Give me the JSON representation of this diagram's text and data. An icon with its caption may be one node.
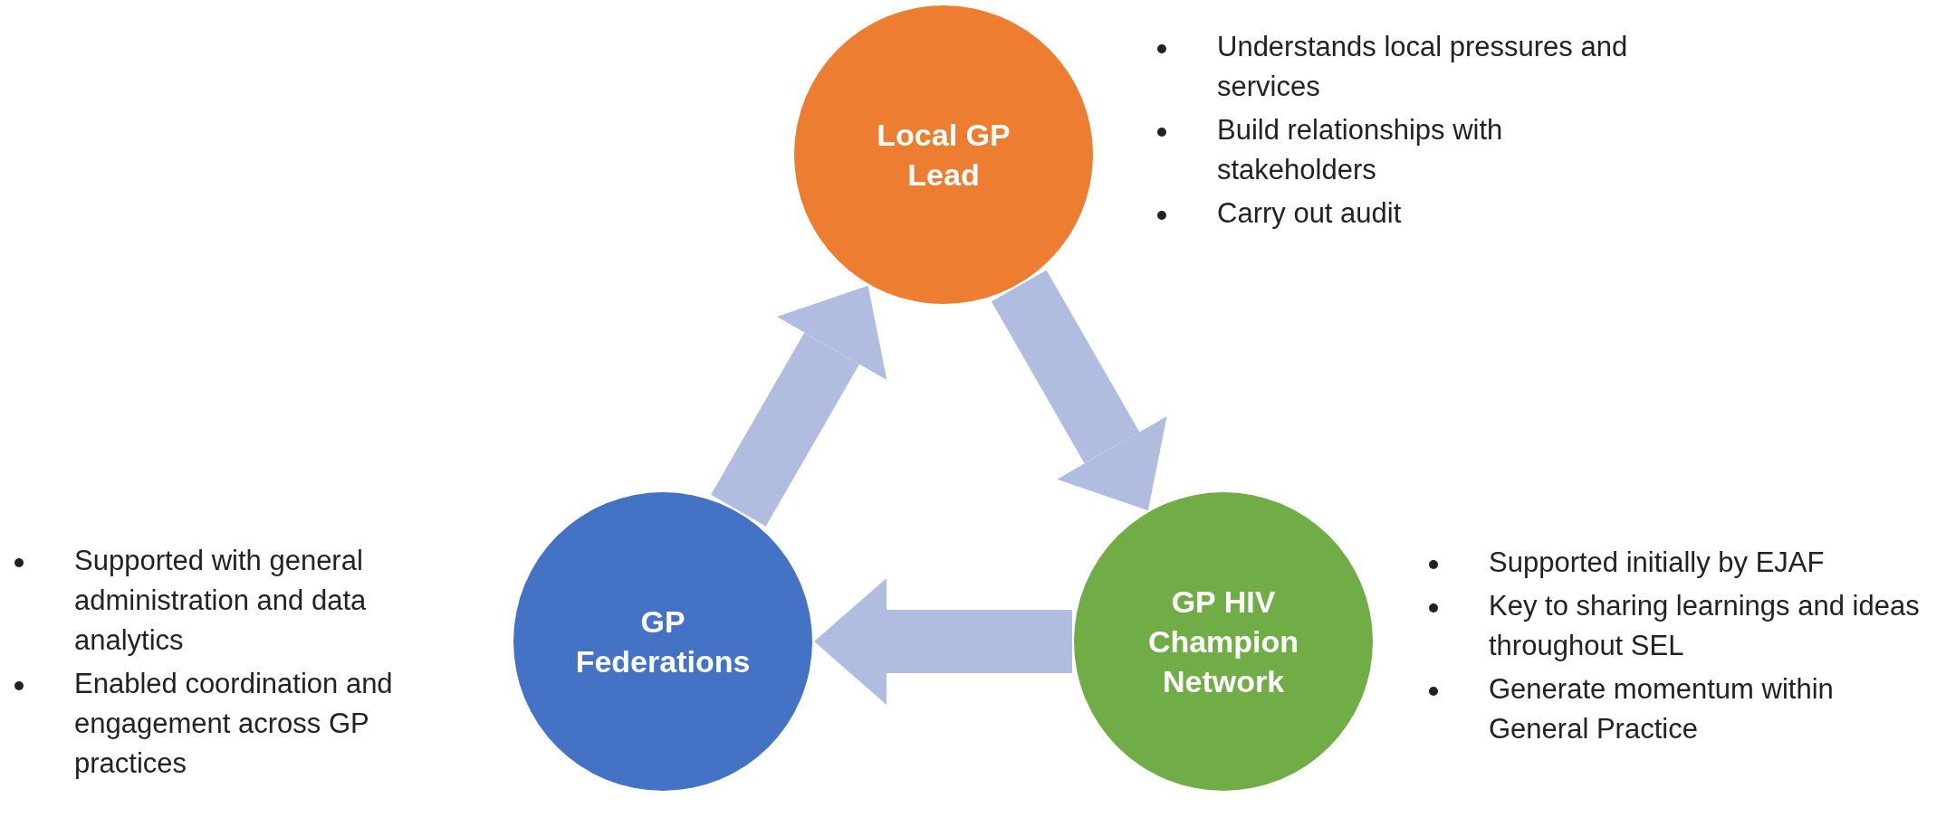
{
  "diagram": {
    "nodes": [
      {
        "text": [
          "Local GP Lead"
        ],
        "beside": [
          "Understands local pressures and services",
          "Build relationships with stakeholders",
          "Carry out audit"
        ]
      },
      {
        "text": [
          "GP HIV Champion Network"
        ],
        "beside": [
          "Supported initially by EJAF",
          "Key to sharing learnings and ideas throughout SEL",
          "Generate momentum within General Practice"
        ]
      },
      {
        "text": [
          "GP Federations"
        ],
        "beside": [
          "Supported with general administration and data analytics",
          "Enabled coordination and engagement across GP practices"
        ]
      }
    ],
    "edges": [
      {
        "from": 0,
        "to": 1,
        "arrow": "to"
      },
      {
        "from": 1,
        "to": 2,
        "arrow": "to"
      },
      {
        "from": 2,
        "to": 0,
        "arrow": "to"
      }
    ]
  }
}
